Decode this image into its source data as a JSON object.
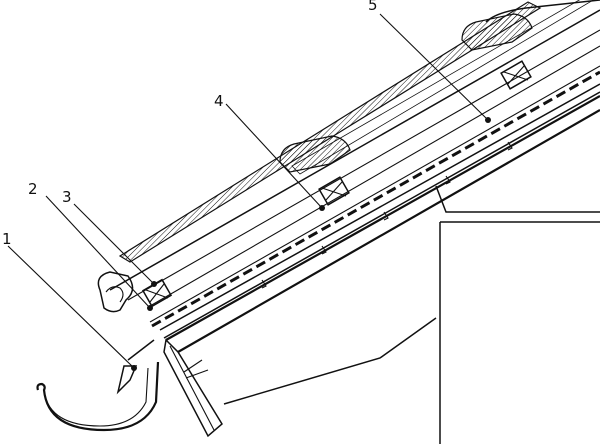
{
  "diagram": {
    "callouts": [
      {
        "id": "c1",
        "label": "1"
      },
      {
        "id": "c2",
        "label": "2"
      },
      {
        "id": "c3",
        "label": "3"
      },
      {
        "id": "c4",
        "label": "4"
      },
      {
        "id": "c5",
        "label": "5"
      }
    ]
  }
}
